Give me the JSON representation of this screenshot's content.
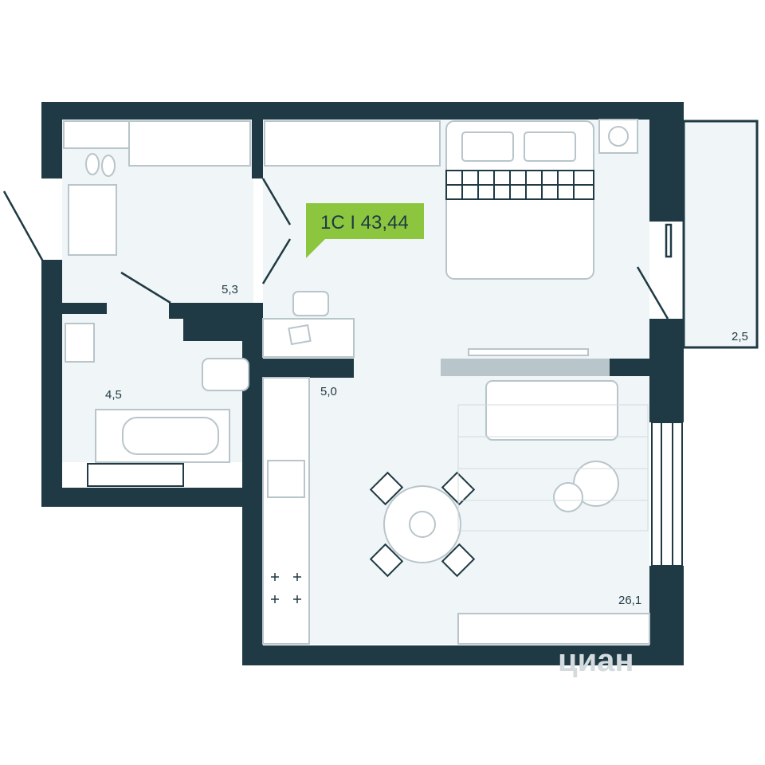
{
  "plan": {
    "badge": "1С I 43,44",
    "rooms": {
      "hall": "5,3",
      "bathroom": "4,5",
      "kitchen": "5,0",
      "living": "26,1",
      "balcony": "2,5"
    },
    "watermark": "циан",
    "colors": {
      "wall": "#1f3a44",
      "floor": "#f0f5f7",
      "furniture_line": "#b8c5ca",
      "accent": "#8cc63f"
    }
  }
}
